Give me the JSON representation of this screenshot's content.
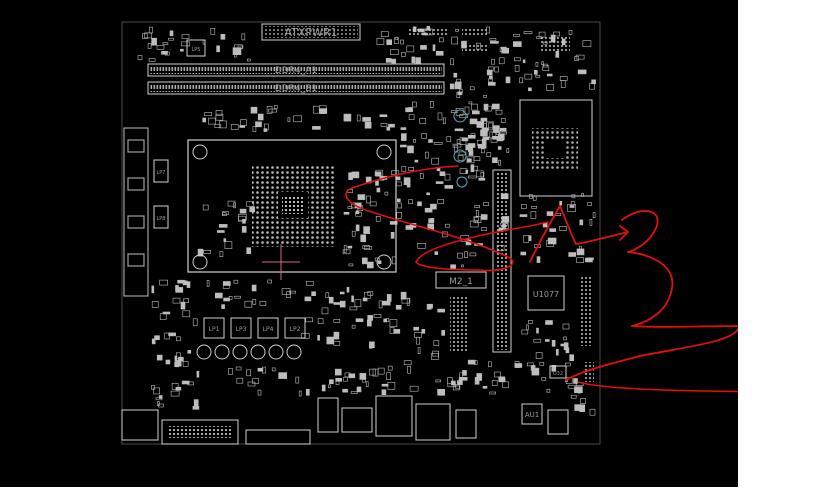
{
  "colors": {
    "background": "#000000",
    "silkscreen": "#c8c8c8",
    "annotation": "#e01010",
    "margin": "#ffffff"
  },
  "connectors": {
    "atx_power": "ATXPWR1",
    "dimm_a": "DDR4_A1",
    "dimm_b": "DDR4_B1",
    "m2_slot": "M2_1"
  },
  "chips": {
    "super_io": "U1077",
    "audio": "AU1",
    "small_ic": "U32"
  },
  "inductors": [
    "LP1",
    "LP3",
    "LP4",
    "LP2",
    "LP5",
    "LP7",
    "LP8"
  ]
}
